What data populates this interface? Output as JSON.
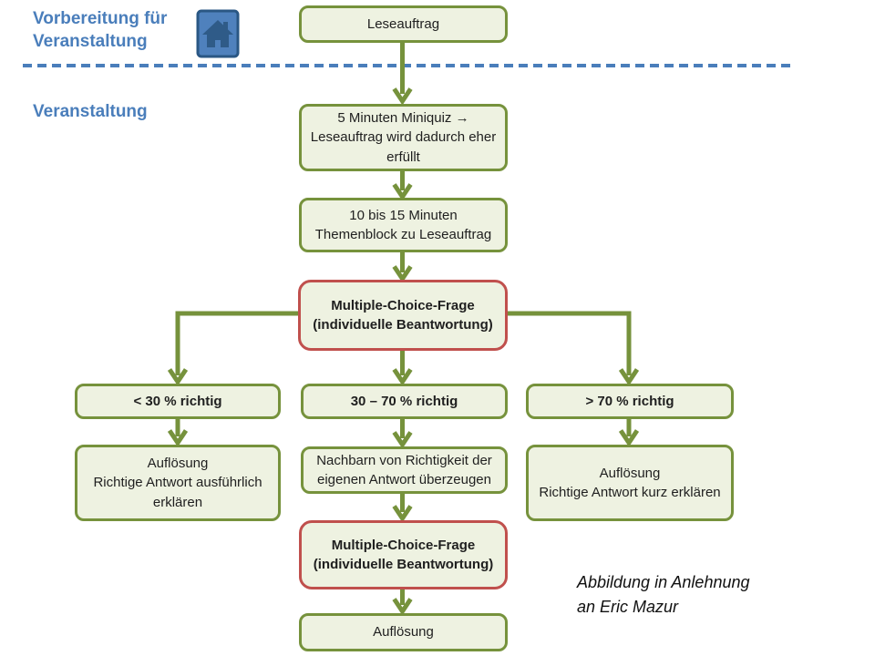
{
  "colors": {
    "green": "#76923C",
    "fill": "#EEF2E1",
    "red": "#C0504D",
    "blue": "#4A7EBB",
    "icon_fill": "#4F81BD",
    "icon_border": "#2A5784",
    "icon_dark": "#2F5B88",
    "ink": "#1F1F1F"
  },
  "labels": {
    "preparation": "Vorbereitung für\nVeranstaltung",
    "event": "Veranstaltung"
  },
  "icons": {
    "home": "home-icon"
  },
  "flow": {
    "leseauftrag": "Leseauftrag",
    "miniquiz": "5 Minuten Miniquiz →\nLeseauftrag wird dadurch eher\nerfüllt",
    "themenblock": "10 bis 15 Minuten\nThemenblock zu Leseauftrag",
    "mc_frage_1": "Multiple-Choice-Frage\n(individuelle Beantwortung)",
    "branch_lt30": "< 30 % richtig",
    "branch_30_70": "30 – 70 % richtig",
    "branch_gt70": "> 70 % richtig",
    "result_lt30": "Auflösung\nRichtige Antwort ausführlich\nerklären",
    "result_30_70": "Nachbarn von Richtigkeit der\neigenen Antwort überzeugen",
    "result_gt70": "Auflösung\nRichtige Antwort kurz erklären",
    "mc_frage_2": "Multiple-Choice-Frage\n(individuelle Beantwortung)",
    "aufloesung_final": "Auflösung"
  },
  "caption": "Abbildung in Anlehnung\nan Eric Mazur"
}
